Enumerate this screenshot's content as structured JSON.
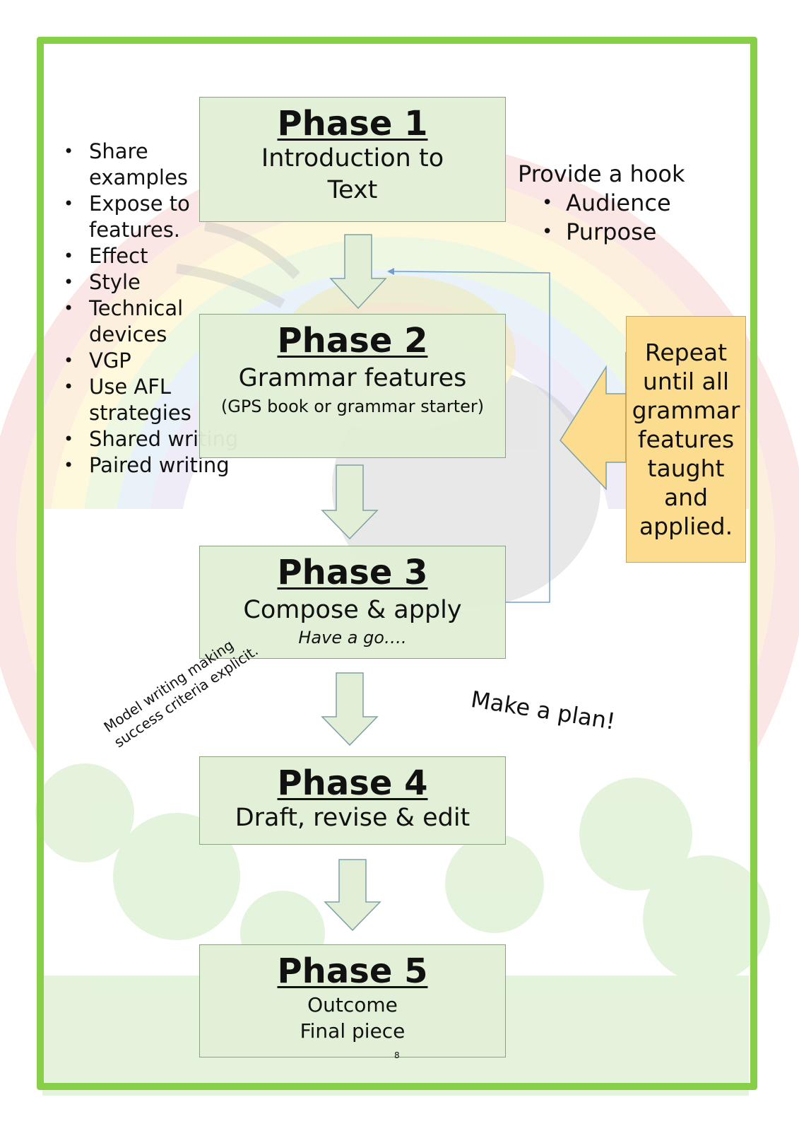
{
  "phases": [
    {
      "title": "Phase 1",
      "line1": "Introduction to",
      "line2": "Text"
    },
    {
      "title": "Phase 2",
      "line1": "Grammar features",
      "line2": "(GPS book or grammar starter)"
    },
    {
      "title": "Phase 3",
      "line1": "Compose & apply",
      "line2": "Have a go…."
    },
    {
      "title": "Phase 4",
      "line1": "Draft, revise & edit"
    },
    {
      "title": "Phase 5",
      "line1": "Outcome",
      "line2": "Final piece"
    }
  ],
  "left_bullets": [
    "Share examples",
    "Expose to features.",
    "Effect",
    "Style",
    "Technical devices",
    "VGP",
    "Use AFL strategies",
    "Shared writing",
    "Paired writing"
  ],
  "hook": {
    "title": "Provide a hook",
    "items": [
      "Audience",
      "Purpose"
    ]
  },
  "repeat_note": "Repeat until all grammar features taught and applied.",
  "plan_note": "Make a plan!",
  "model_note": {
    "line1": "Model writing making",
    "line2": "success criteria explicit."
  },
  "page_mark": "8",
  "colors": {
    "frame": "#86cf46",
    "phase_fill": "#e2efd6",
    "repeat_fill": "#fcdc8e",
    "loop_line": "#6f9fd0"
  }
}
